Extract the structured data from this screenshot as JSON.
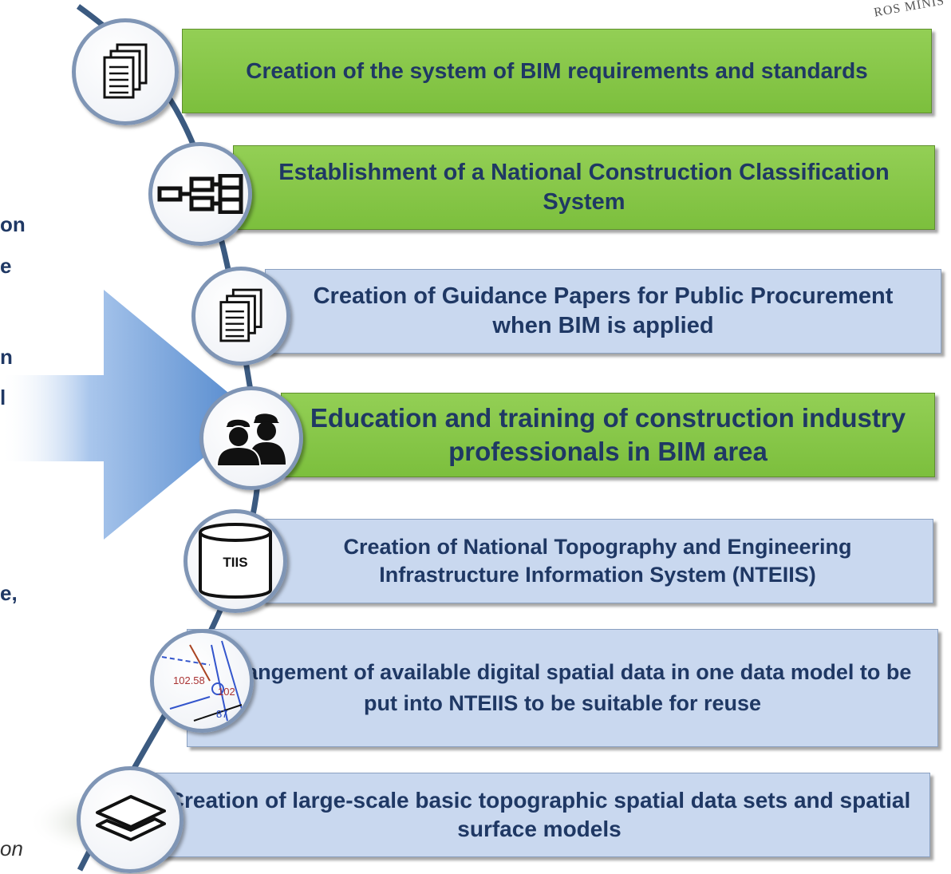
{
  "seal_text": "ROS MINIS",
  "left_fragments": [
    "on",
    "e",
    "n",
    "l",
    "e,",
    "on"
  ],
  "steps": [
    {
      "text": "Creation of the system of BIM requirements and standards",
      "fill": "green",
      "icon": "documents-icon"
    },
    {
      "text": "Establishment of a National Construction Classification System",
      "fill": "green",
      "icon": "classification-tree-icon"
    },
    {
      "text": "Creation of Guidance Papers for Public Procurement when BIM is applied",
      "fill": "blue",
      "icon": "documents-icon"
    },
    {
      "text": "Education and training of construction industry professionals in BIM area",
      "fill": "green",
      "icon": "workers-icon"
    },
    {
      "text": "Creation of National Topography and Engineering Infrastructure Information System (NTEIIS)",
      "fill": "blue",
      "icon": "database-icon",
      "icon_label": "TIIS"
    },
    {
      "text": "Arrangement of available digital spatial data in one data model to be put into NTEIIS to be suitable for reuse",
      "fill": "blue",
      "icon": "survey-map-icon",
      "map_labels": [
        "102.58",
        "102",
        "87"
      ]
    },
    {
      "text": "Creation of large-scale basic topographic spatial data sets and spatial surface models",
      "fill": "blue",
      "icon": "layers-icon"
    }
  ],
  "colors": {
    "green": "#8dc94f",
    "blue": "#c9d8ef",
    "text": "#1f3864",
    "arrow": "#5b8fd0",
    "curve": "#3b5a80"
  }
}
